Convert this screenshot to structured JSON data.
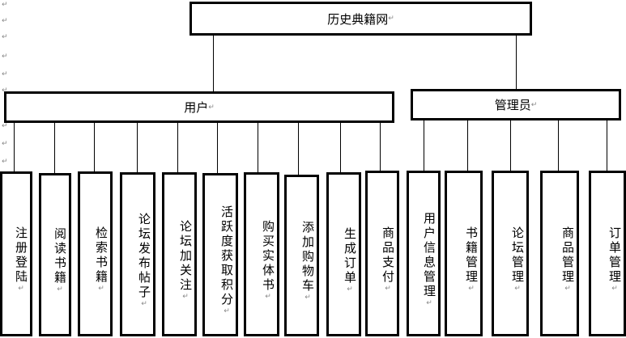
{
  "root": {
    "label": "历史典籍网"
  },
  "user": {
    "label": "用户",
    "children": [
      "注册登陆",
      "阅读书籍",
      "检索书籍",
      "论坛发布帖子",
      "论坛加关注",
      "活跃度获取积分",
      "购买实体书",
      "添加购物车",
      "生成订单",
      "商品支付"
    ]
  },
  "admin": {
    "label": "管理员",
    "children": [
      "用户信息管理",
      "书籍管理",
      "论坛管理",
      "商品管理",
      "订单管理"
    ]
  },
  "paragraph_mark": "↵"
}
